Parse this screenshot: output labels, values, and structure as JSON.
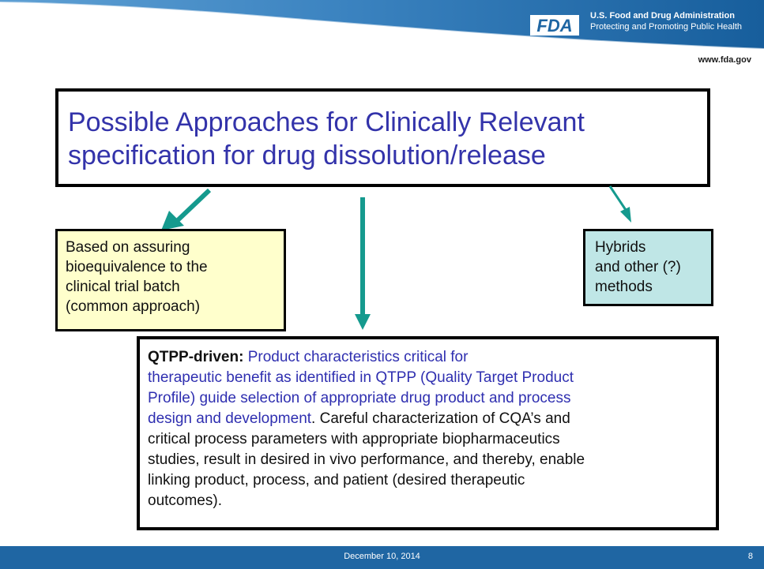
{
  "header": {
    "agency_name": "U.S. Food and Drug Administration",
    "agency_tagline": "Protecting and Promoting Public Health",
    "website": "www.fda.gov",
    "logo_text": "FDA"
  },
  "title": {
    "line1": "Possible Approaches for Clinically Relevant",
    "line2": "specification for drug dissolution/release"
  },
  "boxes": {
    "left": {
      "lines": [
        "Based on assuring",
        "bioequivalence to the",
        "clinical trial batch",
        "(common approach)"
      ]
    },
    "right": {
      "lines": [
        "Hybrids",
        "and other (?)",
        "methods"
      ]
    },
    "bottom": {
      "label": "QTPP-driven:",
      "blue_lines": [
        "Product characteristics critical for",
        "therapeutic benefit as identified in QTPP (Quality Target Product",
        "Profile) guide selection of appropriate drug product and process",
        "design and development"
      ],
      "black_tail": ". Careful characterization of CQA’s and",
      "black_lines": [
        "critical process parameters with appropriate biopharmaceutics",
        "studies, result in desired in vivo performance, and thereby, enable",
        "linking product, process, and patient (desired therapeutic",
        "outcomes)."
      ]
    }
  },
  "footer": {
    "date": "December 10, 2014",
    "page": "8"
  },
  "colors": {
    "header_blue": "#1f66a3",
    "title_blue": "#3333aa",
    "arrow_teal": "#159a8e",
    "left_box_fill": "#ffffcc",
    "right_box_fill": "#bfe6e6"
  }
}
